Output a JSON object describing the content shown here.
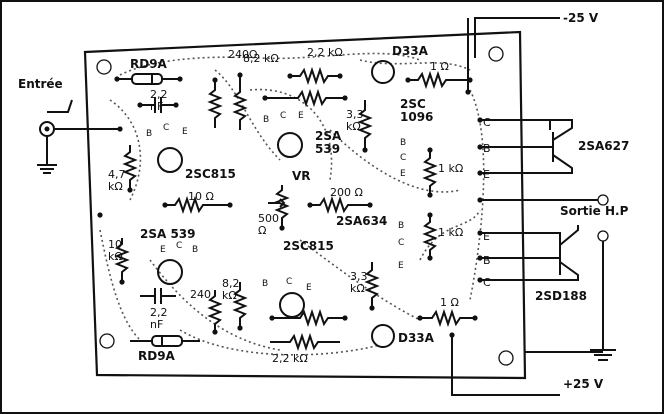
{
  "supply": {
    "negative": "-25 V",
    "positive": "+25 V"
  },
  "input_label": "Entrée",
  "output_label": "Sortie H.P",
  "diodes": {
    "top": "RD9A",
    "bottom": "RD9A"
  },
  "diodes_d33": {
    "top": "D33A",
    "bottom": "D33A"
  },
  "capacitors": {
    "top": "2,2\nnF",
    "bottom": "2,2\nnF"
  },
  "resistors": {
    "r240_top": "240Ω",
    "r82_top": "8,2 kΩ",
    "r22_top": "2,2 kΩ",
    "r1_top": "1 Ω",
    "r33_top": "3,3\nkΩ",
    "r47": "4,7\nkΩ",
    "r10": "10 Ω",
    "r200": "200 Ω",
    "r1k_a": "1 kΩ",
    "r1k_b": "1 kΩ",
    "r500": "500\nΩ",
    "r10k": "10\nkΩ",
    "r240_bot": "240",
    "r82_bot": "8,2\nkΩ",
    "r33_bot": "3,3\nkΩ",
    "r22_bot": "2,2 kΩ",
    "r1_bot": "1 Ω",
    "vr": "VR"
  },
  "transistors": {
    "t_2sc815_top": "2SC815",
    "t_2sa539_top": "2SA\n539",
    "t_2sc1096": "2SC\n1096",
    "t_2sa627": "2SA627",
    "t_2sa539_bot": "2SA 539",
    "t_2sc815_bot": "2SC815",
    "t_2sa634": "2SA634",
    "t_2sd188": "2SD188"
  },
  "pins": {
    "b": "B",
    "c": "C",
    "e": "E"
  }
}
